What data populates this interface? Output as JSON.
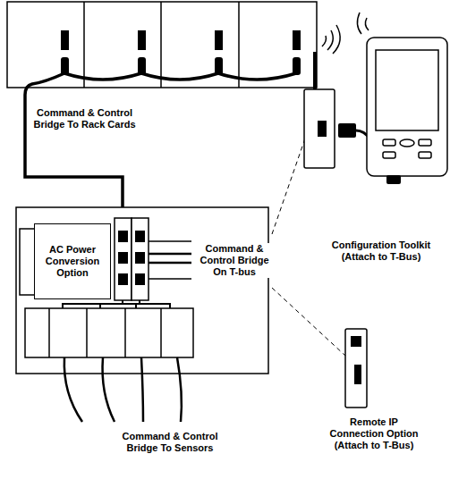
{
  "diagram": {
    "nodes": [
      {
        "text": [
          "AC Power Conversion Option"
        ]
      }
    ],
    "labels": [
      "Command & Control Bridge To Rack Cards",
      "Command & Control Bridge On T-bus",
      "Command & Control Bridge To Sensors",
      "Configuration Toolkit (Attach to T-Bus)",
      "Remote IP Connection Option (Attach to T-Bus)"
    ]
  }
}
